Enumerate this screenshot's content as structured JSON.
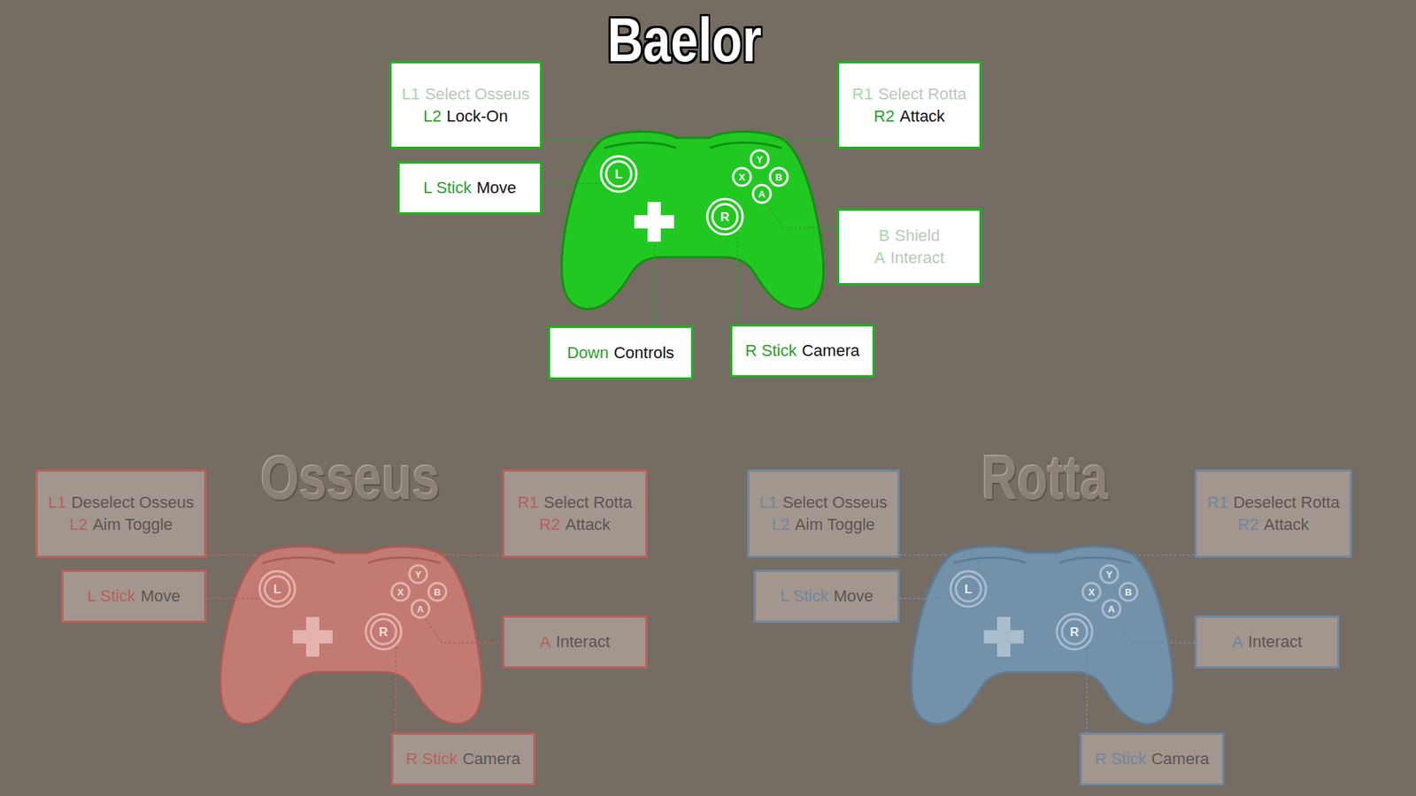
{
  "diagram": {
    "title": "Baelor",
    "nodes": [
      {
        "text": [
          "L1",
          "Select Osseus",
          "L2",
          "Lock-On"
        ]
      },
      {
        "text": [
          "R1",
          "Select Rotta",
          "R2",
          "Attack"
        ]
      },
      {
        "text": [
          "L Stick",
          "Move"
        ]
      },
      {
        "text": [
          "B",
          "Shield",
          "A",
          "Interact"
        ]
      },
      {
        "text": [
          "Down",
          "Controls"
        ]
      },
      {
        "text": [
          "R Stick",
          "Camera"
        ]
      },
      {
        "text": [
          "L1",
          "Deselect Osseus",
          "L2",
          "Aim Toggle"
        ]
      },
      {
        "text": [
          "R1",
          "Select Rotta",
          "R2",
          "Attack"
        ]
      },
      {
        "text": [
          "L Stick",
          "Move"
        ]
      },
      {
        "text": [
          "A",
          "Interact"
        ]
      },
      {
        "text": [
          "R Stick",
          "Camera"
        ]
      },
      {
        "text": [
          "L1",
          "Select Osseus",
          "L2",
          "Aim Toggle"
        ]
      },
      {
        "text": [
          "R1",
          "Deselect Rotta",
          "R2",
          "Attack"
        ]
      },
      {
        "text": [
          "L Stick",
          "Move"
        ]
      },
      {
        "text": [
          "A",
          "Interact"
        ]
      },
      {
        "text": [
          "R Stick",
          "Camera"
        ]
      }
    ],
    "labels": [
      "L",
      "Y",
      "X",
      "B",
      "A",
      "R",
      "Osseus",
      "L",
      "Y",
      "X",
      "B",
      "A",
      "R",
      "Rotta",
      "L",
      "Y",
      "X",
      "B",
      "A",
      "R"
    ]
  }
}
